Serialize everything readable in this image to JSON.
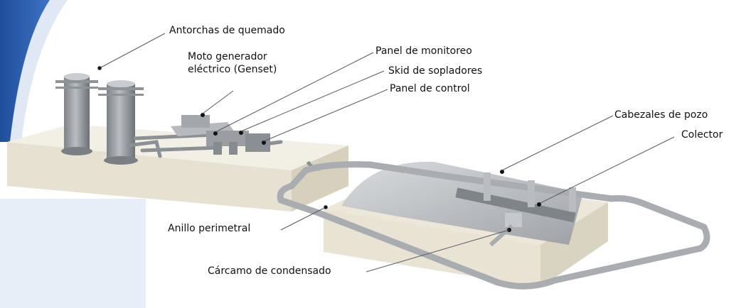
{
  "labels": {
    "antorchas": "Antorchas de quemado",
    "moto_line1": "Moto generador",
    "moto_line2": "eléctrico (Genset)",
    "panel_monitoreo": "Panel de monitoreo",
    "skid": "Skid de sopladores",
    "panel_control": "Panel de control",
    "cabezales": "Cabezales de pozo",
    "colector": "Colector",
    "anillo": "Anillo perimetral",
    "carcamo": "Cárcamo de condensado"
  },
  "colors": {
    "brand_blue": "#1f4e9c",
    "platform": "#f1eee3",
    "equipment": "#9a9ea3",
    "pipe": "#a8abae"
  }
}
